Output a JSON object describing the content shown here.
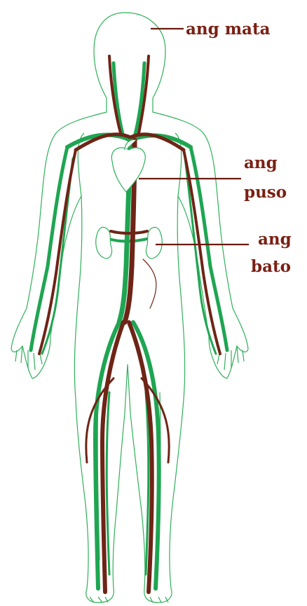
{
  "labels": {
    "eye": {
      "line1": "ang mata"
    },
    "heart": {
      "line1": "ang",
      "line2": "puso"
    },
    "kidney": {
      "line1": "ang",
      "line2": "bato"
    }
  },
  "colors": {
    "label_text": "#7a2014",
    "leader_line": "#6b1a0f",
    "body_outline": "#2fb05a",
    "veins": "#1fa552",
    "arteries": "#6e2416",
    "organ_fill": "#ffffff"
  }
}
